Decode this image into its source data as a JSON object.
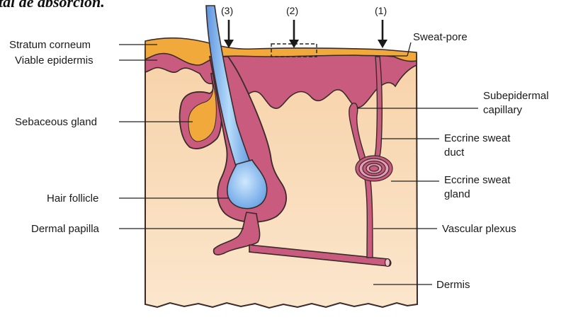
{
  "caption_fragment": "tal de absorción.",
  "labels": {
    "stratum_corneum": "Stratum corneum",
    "viable_epidermis": "Viable epidermis",
    "sebaceous_gland": "Sebaceous gland",
    "hair_follicle": "Hair follicle",
    "dermal_papilla": "Dermal papilla",
    "sweat_pore": "Sweat-pore",
    "subepidermal_capillary_1": "Subepidermal",
    "subepidermal_capillary_2": "capillary",
    "eccrine_duct_1": "Eccrine sweat",
    "eccrine_duct_2": "duct",
    "eccrine_gland_1": "Eccrine sweat",
    "eccrine_gland_2": "gland",
    "vascular_plexus": "Vascular plexus",
    "dermis": "Dermis"
  },
  "routes": {
    "route_3": "(3)",
    "route_2": "(2)",
    "route_1": "(1)"
  },
  "colors": {
    "stratum_corneum": "#f0a93a",
    "viable_epidermis": "#c95b7e",
    "dermis": "#f9dcb7",
    "hair": "#6fa7e8",
    "outline": "#3a2a2a"
  }
}
